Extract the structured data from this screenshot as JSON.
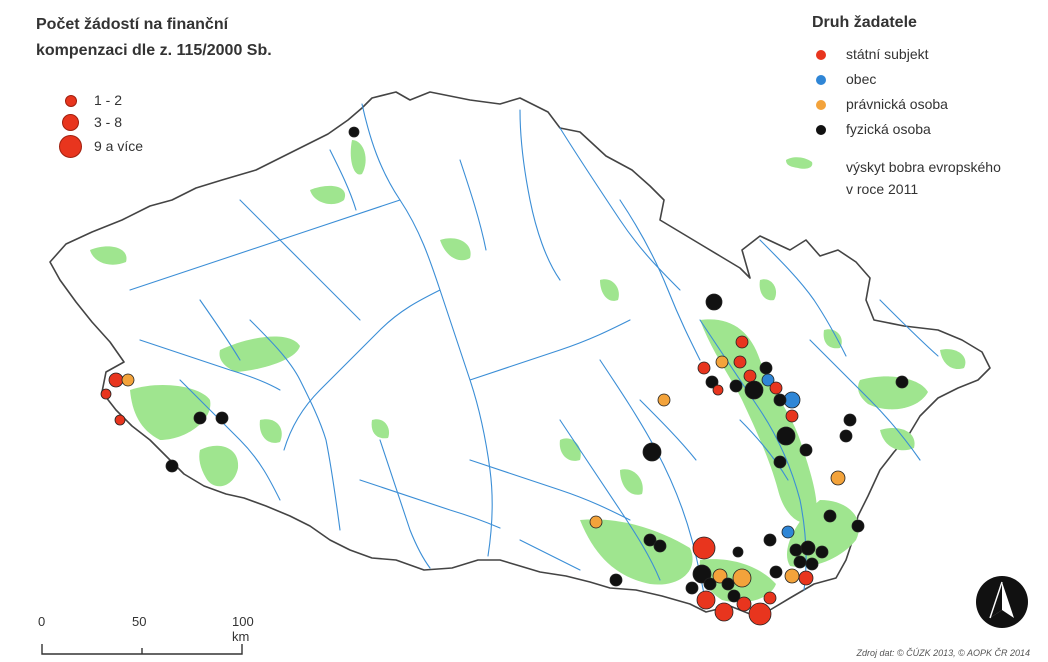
{
  "title": {
    "line1": "Počet žádostí na finanční",
    "line2": "kompenzaci dle z. 115/2000 Sb."
  },
  "size_legend": {
    "items": [
      {
        "label": "1 - 2"
      },
      {
        "label": "3 - 8"
      },
      {
        "label": "9 a více"
      }
    ]
  },
  "type_legend": {
    "heading": "Druh žadatele",
    "items": [
      {
        "label": "státní subjekt",
        "color": "#e8351e"
      },
      {
        "label": "obec",
        "color": "#2f86d6"
      },
      {
        "label": "právnická osoba",
        "color": "#f3a33b"
      },
      {
        "label": "fyzická osoba",
        "color": "#111111"
      }
    ],
    "range": {
      "line1": "výskyt bobra evropského",
      "line2": "v roce 2011",
      "color": "#9fe58f"
    }
  },
  "scale_bar": {
    "ticks": [
      "0",
      "50",
      "100 km"
    ]
  },
  "source": "Zdroj dat: © ČÚZK 2013, © AOPK ČR 2014",
  "colors": {
    "river": "#3b8ed6",
    "border": "#444444",
    "land": "#ffffff"
  },
  "north_arrow": "north-arrow-icon"
}
